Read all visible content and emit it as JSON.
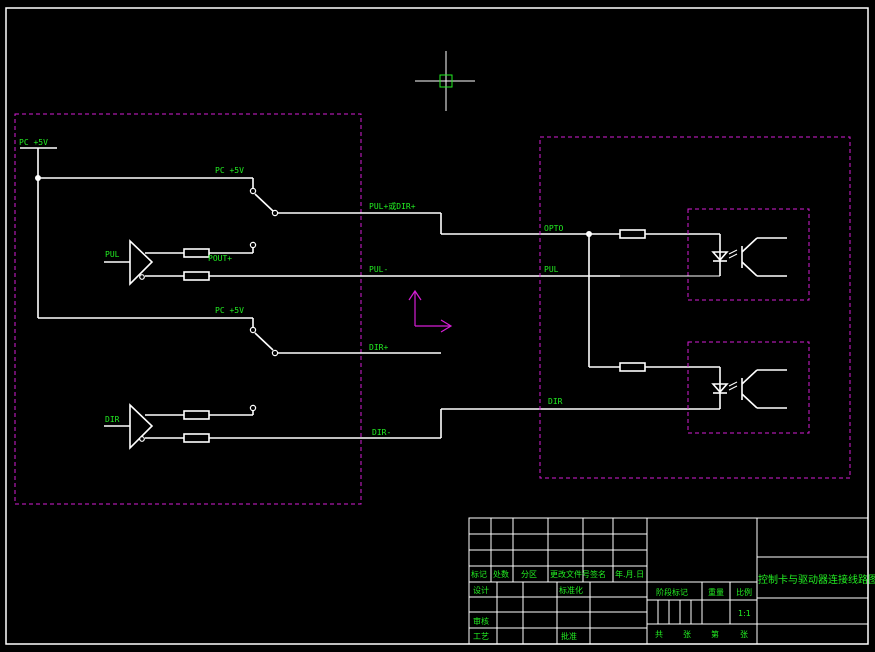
{
  "colors": {
    "background": "#000000",
    "wire": "#ffffff",
    "label": "#22ee22",
    "boundary": "#d51ed5",
    "cursor": "#22ee22"
  },
  "left_block": {
    "supply_label_top": "PC   +5V",
    "switch1_label": "PC  +5V",
    "switch2_label": "PC  +5V",
    "pul_input": "PUL",
    "dir_input": "DIR",
    "pout_label": "POUT+",
    "out_pul_dir": "PUL+或DIR+",
    "out_pul_minus": "PUL-",
    "out_dir_plus": "DIR+",
    "out_dir_minus": "DIR-"
  },
  "right_block": {
    "opto_label": "OPTO",
    "pul_label": "PUL",
    "dir_label": "DIR"
  },
  "icons": {
    "cursor": "crosshair-icon",
    "ucs": "ucs-axis-icon"
  },
  "title_block": {
    "row_labels": [
      "标记",
      "处数",
      "分区",
      "更改文件号",
      "签名",
      "年.月.日"
    ],
    "design": "设计",
    "standard": "标准化",
    "review": "审核",
    "craft": "工艺",
    "approve": "批准",
    "stage_mark": "阶段标记",
    "weight": "重量",
    "scale": "比例",
    "scale_value": "1:1",
    "sheet_total": "共",
    "sheet_label": "张",
    "sheet_of": "第",
    "sheet_label2": "张",
    "drawing_title": "控制卡与驱动器连接线路图"
  }
}
